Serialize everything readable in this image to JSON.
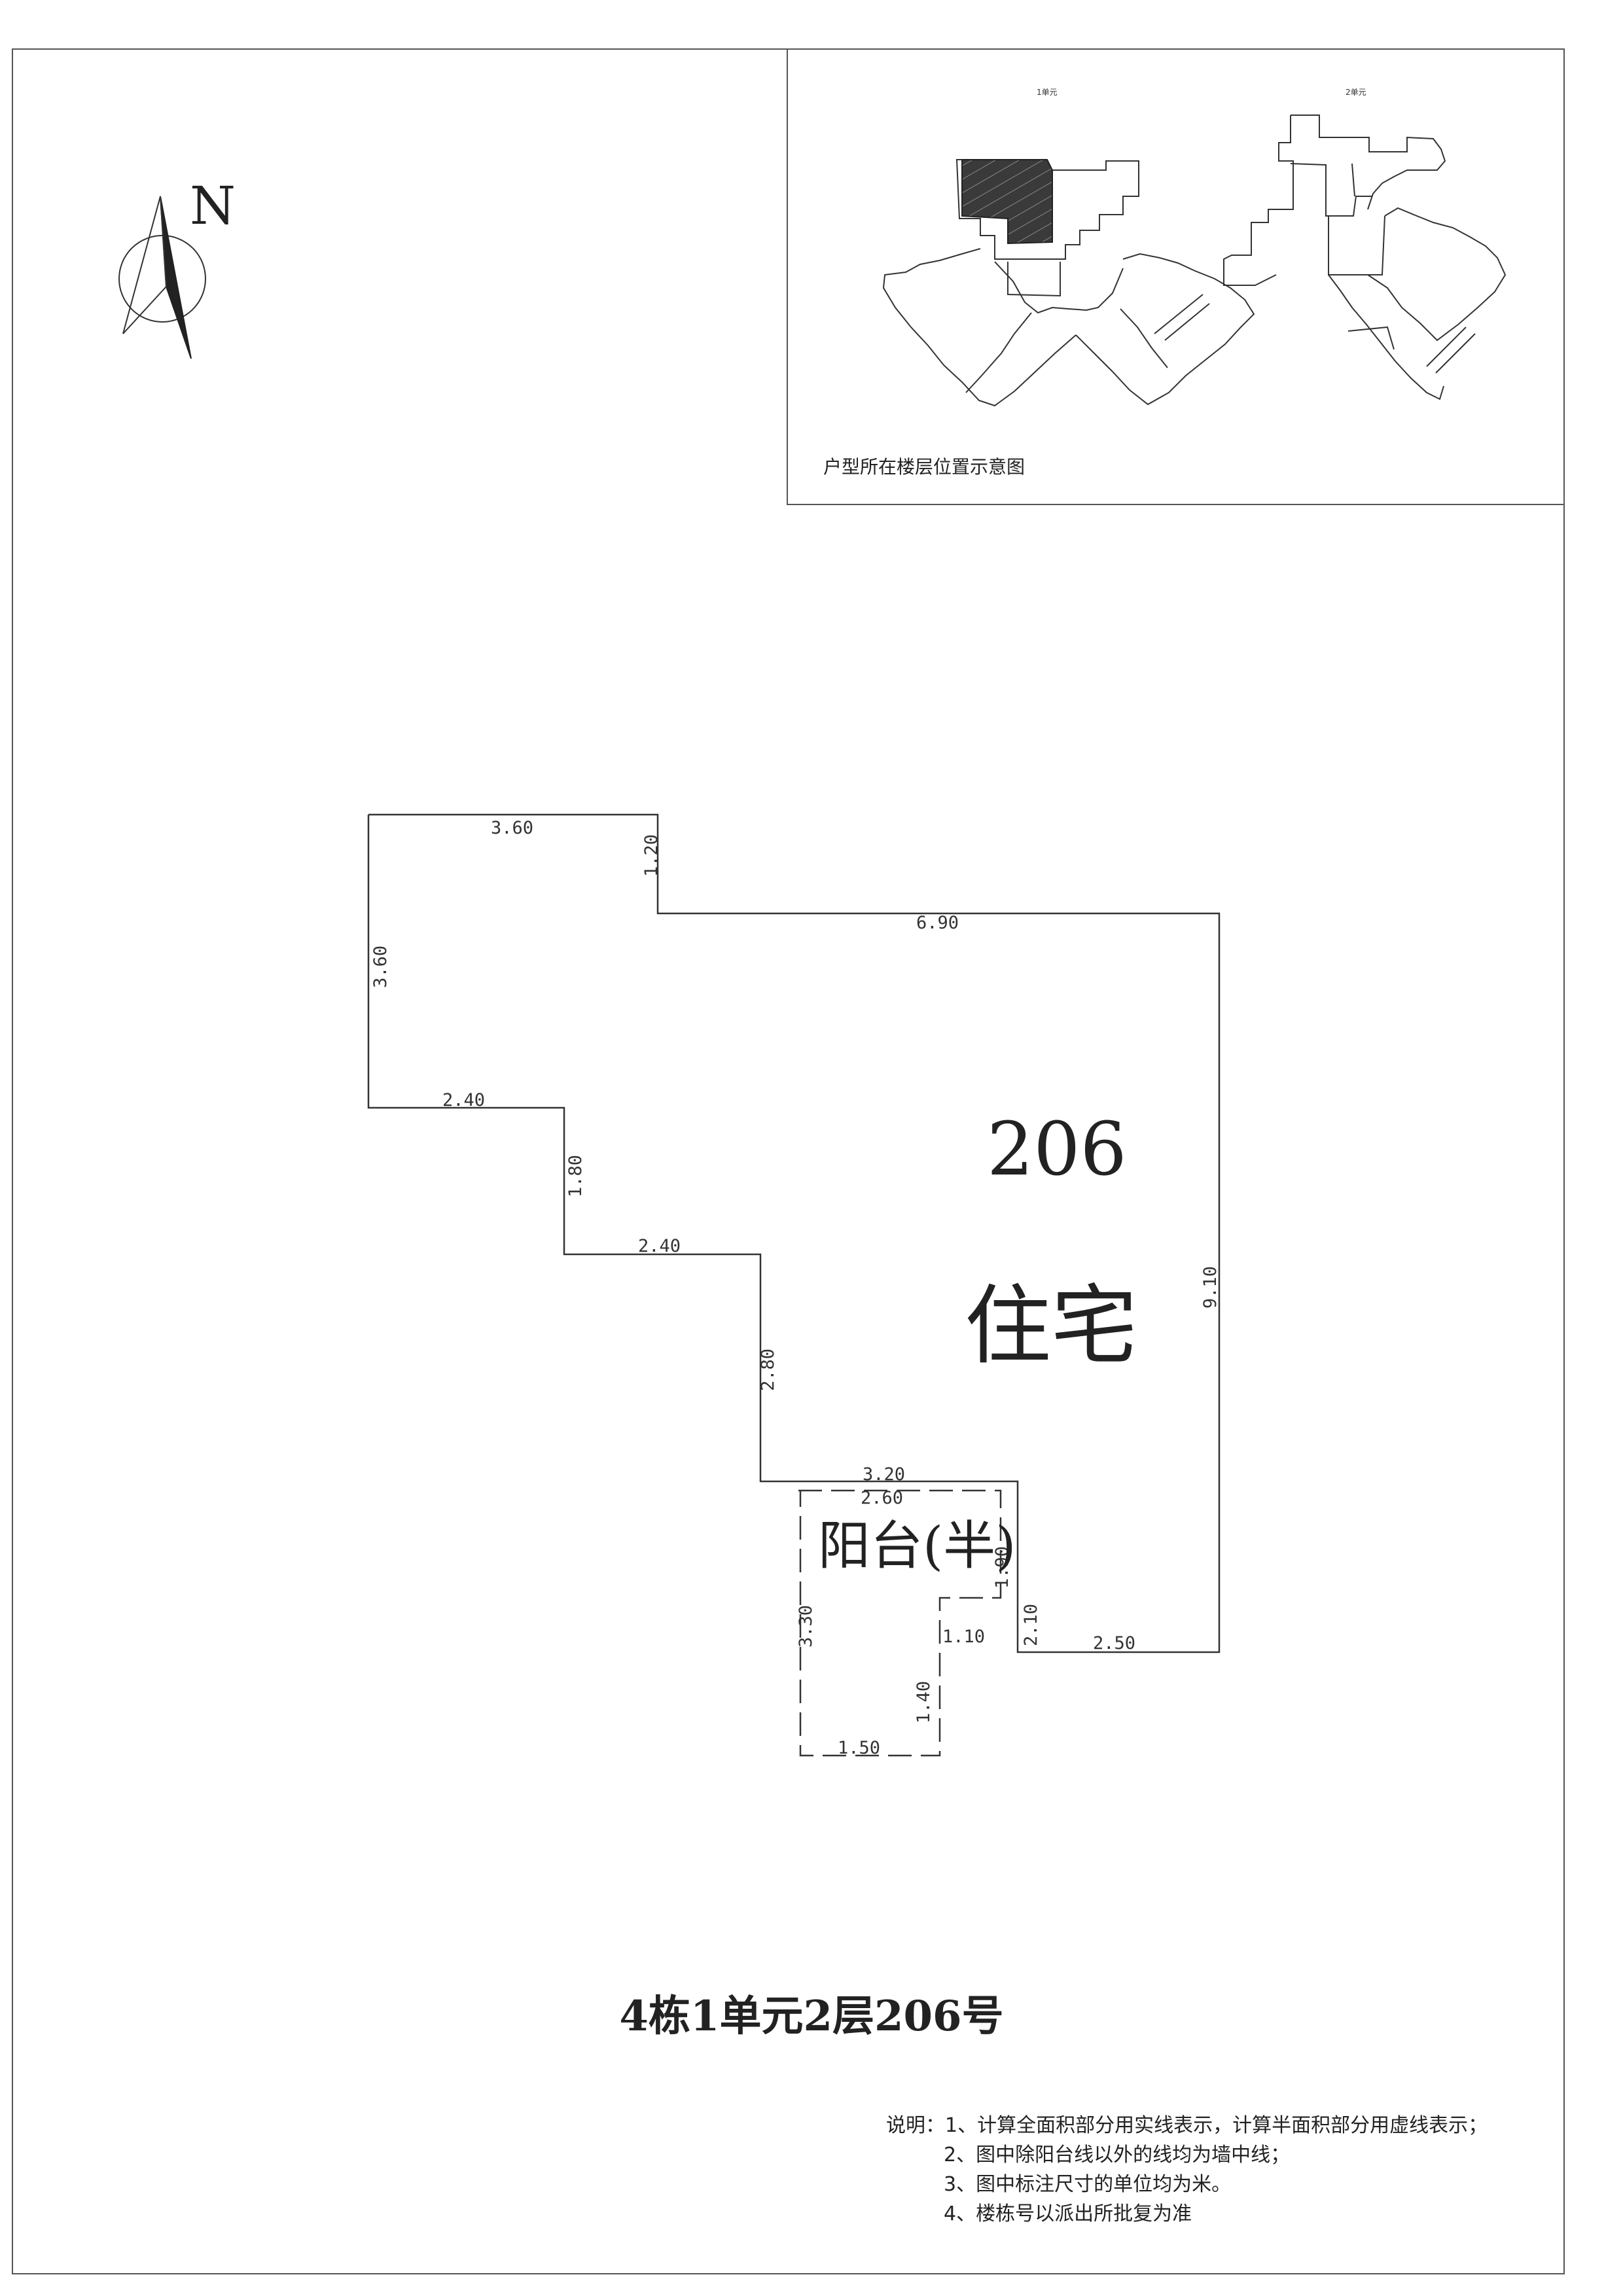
{
  "location_map": {
    "caption": "户型所在楼层位置示意图",
    "unit_labels": [
      "1单元",
      "2单元"
    ]
  },
  "compass": {
    "letter": "N"
  },
  "room": {
    "number": "206",
    "use": "住宅",
    "balcony_label": "阳台(半)"
  },
  "dimensions": {
    "d1": "3.60",
    "d2": "1.20",
    "d3": "6.90",
    "d4": "3.60",
    "d5": "2.40",
    "d6": "1.80",
    "d7": "2.40",
    "d8": "9.10",
    "d9": "2.80",
    "d10": "3.20",
    "d11": "2.60",
    "d12": "1.90",
    "d13": "3.30",
    "d14": "2.10",
    "d15": "1.10",
    "d16": "2.50",
    "d17": "1.40",
    "d18": "1.50"
  },
  "title": "4栋1单元2层206号",
  "notes": {
    "prefix": "说明：",
    "items": [
      "1、计算全面积部分用实线表示，计算半面积部分用虚线表示；",
      "2、图中除阳台线以外的线均为墙中线；",
      "3、图中标注尺寸的单位均为米。",
      "4、楼栋号以派出所批复为准"
    ]
  },
  "colors": {
    "line": "#333333",
    "hatch": "#555555"
  }
}
